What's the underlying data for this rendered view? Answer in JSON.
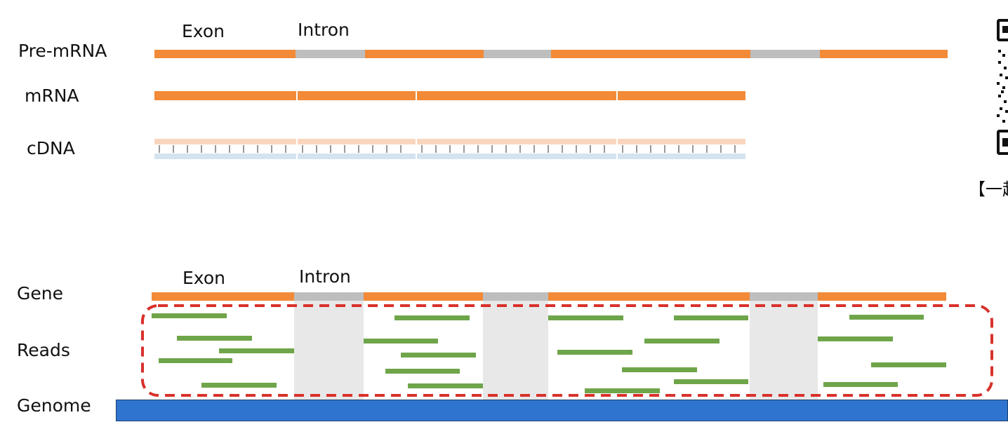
{
  "labels": {
    "pre_mrna": "Pre-mRNA",
    "mrna": "mRNA",
    "cdna": "cDNA",
    "exon_top": "Exon",
    "intron_top": "Intron",
    "gene": "Gene",
    "exon_bottom": "Exon",
    "intron_bottom": "Intron",
    "reads": "Reads",
    "genome": "Genome"
  },
  "side_text": "【一起",
  "colors": {
    "exon": "#F28A37",
    "intron": "#BEBEBE",
    "read": "#6FA54A",
    "genome": "#2F74CF",
    "dashed_box": "#D8312B"
  }
}
